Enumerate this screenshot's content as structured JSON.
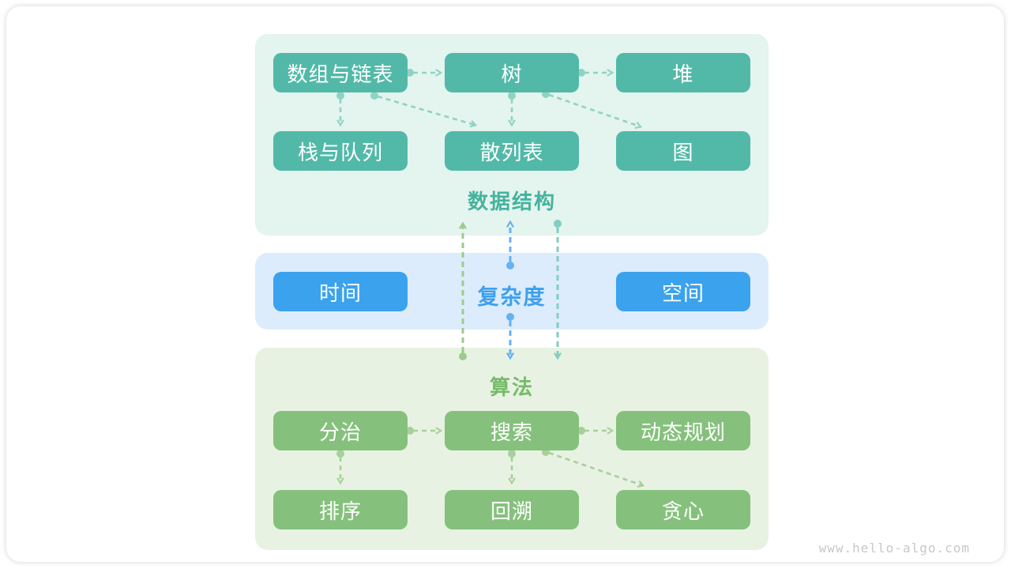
{
  "watermark": "www.hello-algo.com",
  "colors": {
    "panel_teal": "#e4f4ee",
    "panel_blue": "#dcecfc",
    "panel_green": "#e8f2e3",
    "box_teal": "#52b9a8",
    "box_blue": "#3ba2ee",
    "box_green": "#85c17c",
    "title_teal": "#45b39d",
    "title_blue": "#3da0ee",
    "title_green": "#76bb68",
    "arrow_teal": "#8fd3c4",
    "arrow_green": "#a6d199",
    "link_teal": "#82cec0",
    "link_blue": "#66b1f1",
    "link_green": "#9bcb8b",
    "watermark_gray": "#c8c8c8"
  },
  "sections": {
    "data_structures": {
      "title": "数据结构",
      "nodes": {
        "arrays_linked_lists": "数组与链表",
        "tree": "树",
        "heap": "堆",
        "stack_queue": "栈与队列",
        "hash_table": "散列表",
        "graph": "图"
      }
    },
    "complexity": {
      "title": "复杂度",
      "nodes": {
        "time": "时间",
        "space": "空间"
      }
    },
    "algorithms": {
      "title": "算法",
      "nodes": {
        "divide_conquer": "分治",
        "search": "搜索",
        "dynamic_programming": "动态规划",
        "sorting": "排序",
        "backtracking": "回溯",
        "greedy": "贪心"
      }
    }
  }
}
